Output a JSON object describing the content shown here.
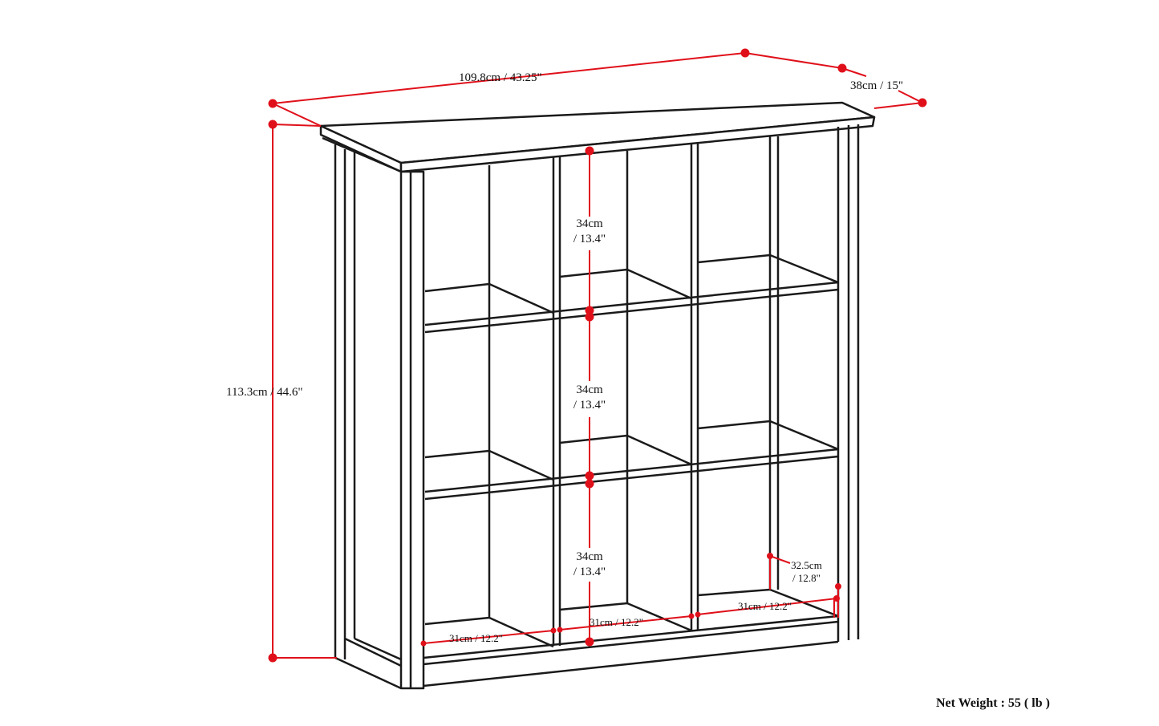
{
  "colors": {
    "dimension": "#e0101a",
    "outline": "#1a1a1a"
  },
  "dimensions": {
    "width": "109.8cm / 43.25\"",
    "depth": "38cm / 15\"",
    "height": "113.3cm / 44.6\"",
    "cubby_heights": [
      {
        "cm": "34cm",
        "in": "/ 13.4\""
      },
      {
        "cm": "34cm",
        "in": "/ 13.4\""
      },
      {
        "cm": "34cm",
        "in": "/ 13.4\""
      }
    ],
    "cubby_widths": [
      "31cm / 12.2\"",
      "31cm / 12.2\"",
      "31cm / 12.2\""
    ],
    "cubby_depth": {
      "cm": "32.5cm",
      "in": "/ 12.8\""
    }
  },
  "net_weight": "Net Weight : 55 ( lb )"
}
